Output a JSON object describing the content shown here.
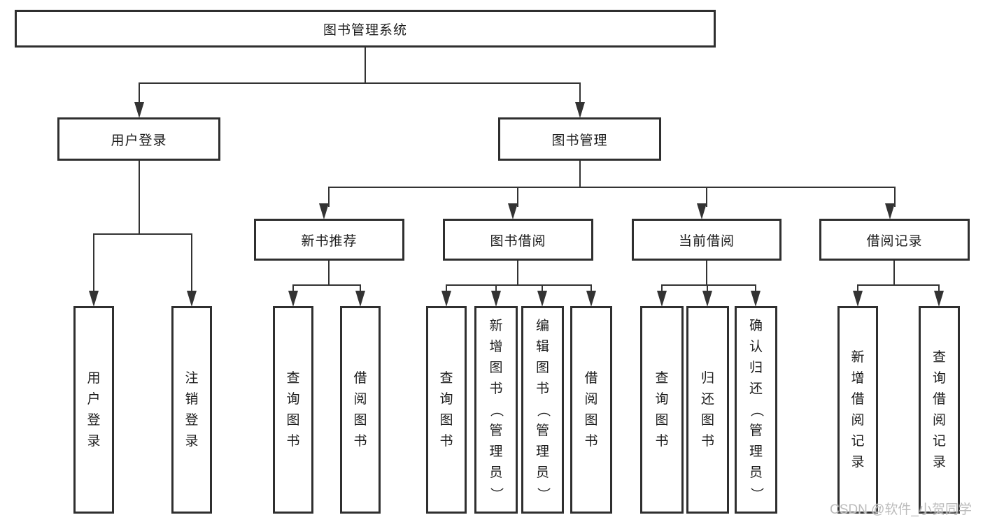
{
  "title": "图书管理系统",
  "nodes": {
    "root": "图书管理系统",
    "user_login": "用户登录",
    "book_management": "图书管理",
    "new_book_recommend": "新书推荐",
    "book_borrow": "图书借阅",
    "current_borrow": "当前借阅",
    "borrow_records": "借阅记录",
    "leaf_user_login": "用户登录",
    "leaf_logout": "注销登录",
    "leaf_nb_query": "查询图书",
    "leaf_nb_borrow": "借阅图书",
    "leaf_bb_query": "查询图书",
    "leaf_bb_add_admin": "新增图书（管理员）",
    "leaf_bb_edit_admin": "编辑图书（管理员）",
    "leaf_bb_borrow": "借阅图书",
    "leaf_cb_query": "查询图书",
    "leaf_cb_return": "归还图书",
    "leaf_cb_confirm_admin": "确认归还（管理员）",
    "leaf_br_add": "新增借阅记录",
    "leaf_br_query": "查询借阅记录"
  },
  "watermark": "CSDN @软件_小贺同学",
  "colors": {
    "line": "#333333",
    "text": "#1c1c1c",
    "background": "#ffffff",
    "watermark": "#bcbcbc"
  }
}
